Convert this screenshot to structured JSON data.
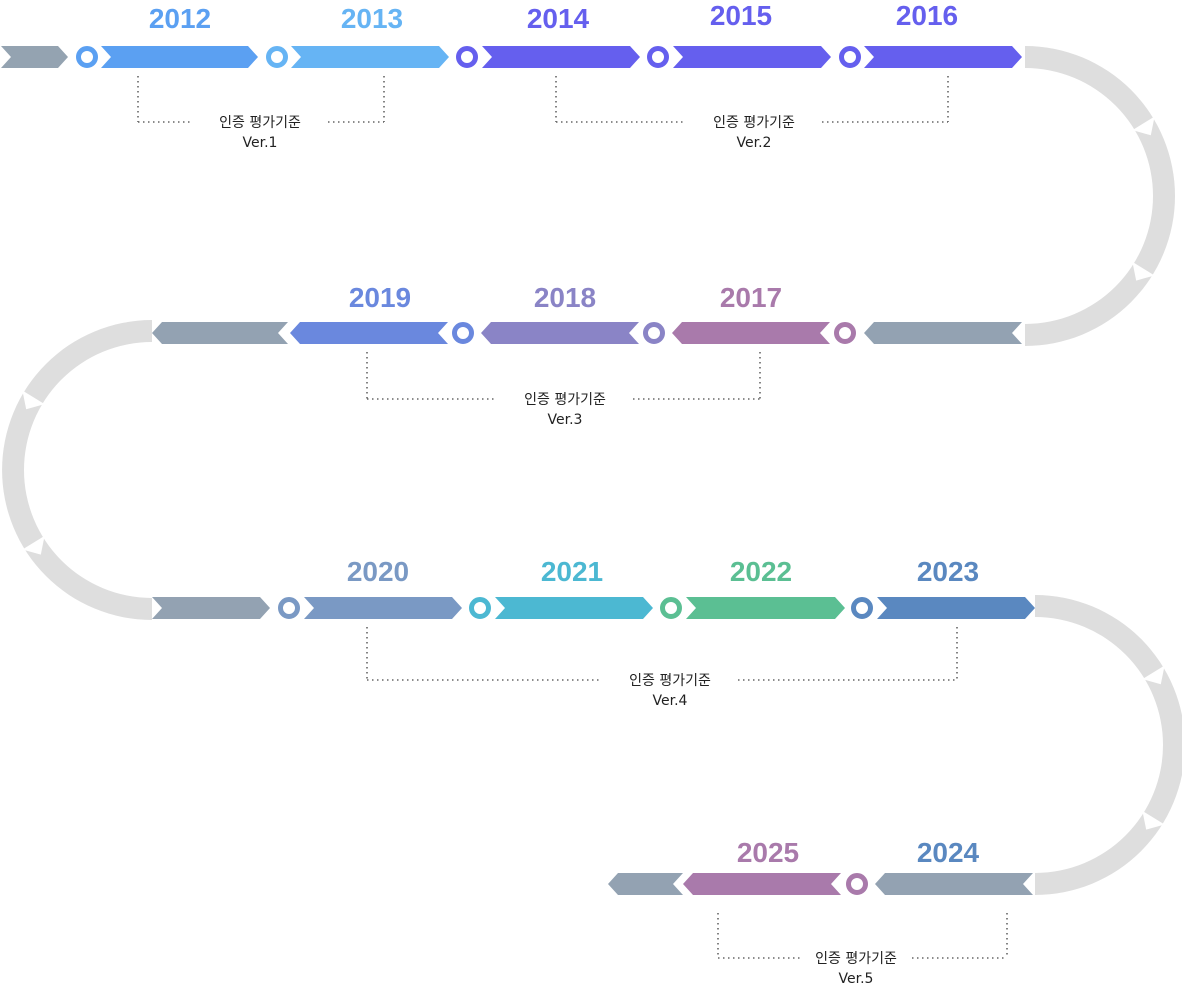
{
  "title": "",
  "colors": {
    "gray": "#94A3B1",
    "sky": "#5BA0F2",
    "sky_light": "#66B4F4",
    "indigo": "#655FEE",
    "blue_violet": "#6A88DE",
    "lavender": "#8A84C6",
    "mauve": "#A97AAB",
    "steel": "#7A99C4",
    "teal": "#4CB8D2",
    "green": "#5BBF93",
    "denim": "#5A88C0",
    "slate": "#93A2B2",
    "curve": "#DEDEDE",
    "dots": "#666666"
  },
  "years": [
    {
      "year": "2012",
      "color": "#5BA0F2"
    },
    {
      "year": "2013",
      "color": "#66B4F4"
    },
    {
      "year": "2014",
      "color": "#655FEE"
    },
    {
      "year": "2015",
      "color": "#655FEE"
    },
    {
      "year": "2016",
      "color": "#655FEE"
    },
    {
      "year": "2017",
      "color": "#A97AAB"
    },
    {
      "year": "2018",
      "color": "#8A84C6"
    },
    {
      "year": "2019",
      "color": "#6A88DE"
    },
    {
      "year": "2020",
      "color": "#7A99C4"
    },
    {
      "year": "2021",
      "color": "#4CB8D2"
    },
    {
      "year": "2022",
      "color": "#5BBF93"
    },
    {
      "year": "2023",
      "color": "#5A88C0"
    },
    {
      "year": "2024",
      "color": "#5A88C0"
    },
    {
      "year": "2025",
      "color": "#A97AAB"
    }
  ],
  "versions": [
    {
      "title": "인증 평가기준",
      "version": "Ver.1"
    },
    {
      "title": "인증 평가기준",
      "version": "Ver.2"
    },
    {
      "title": "인증 평가기준",
      "version": "Ver.3"
    },
    {
      "title": "인증 평가기준",
      "version": "Ver.4"
    },
    {
      "title": "인증 평가기준",
      "version": "Ver.5"
    }
  ]
}
